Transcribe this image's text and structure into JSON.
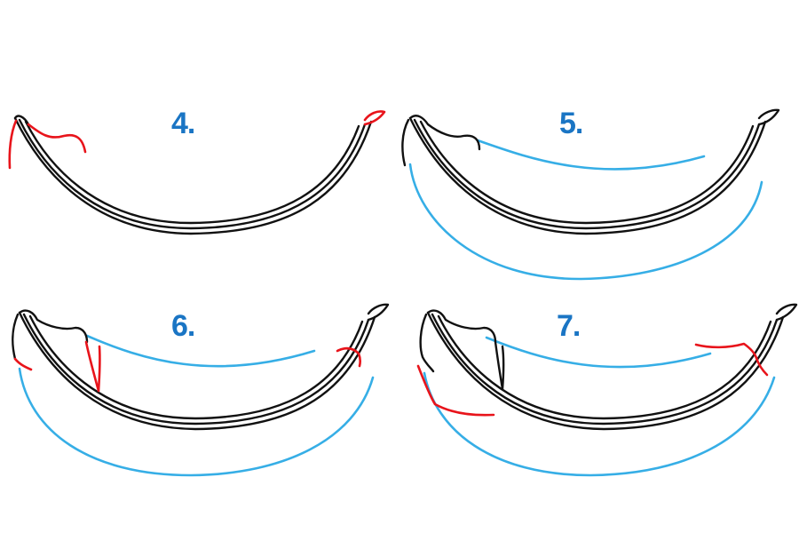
{
  "colors": {
    "background": "#ffffff",
    "label": "#1a75c4",
    "outline": "#111111",
    "guide": "#36aee6",
    "new_stroke": "#e8141b"
  },
  "steps": [
    {
      "label": "4."
    },
    {
      "label": "5."
    },
    {
      "label": "6."
    },
    {
      "label": "7."
    }
  ]
}
